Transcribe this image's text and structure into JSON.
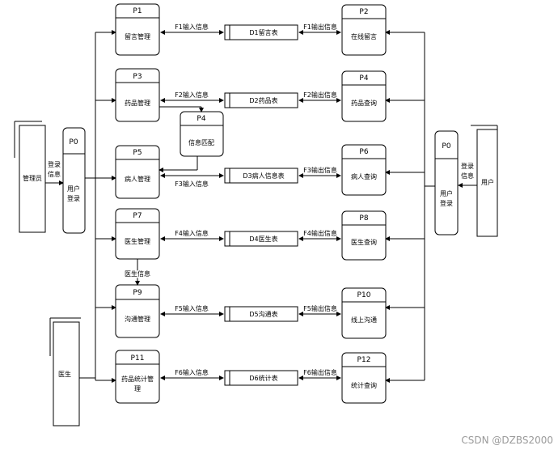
{
  "processes": [
    {
      "id": "P1",
      "name": "留言管理"
    },
    {
      "id": "P3",
      "name": "药品管理"
    },
    {
      "id": "P5",
      "name": "病人管理"
    },
    {
      "id": "P7",
      "name": "医生管理"
    },
    {
      "id": "P9",
      "name": "沟通管理"
    },
    {
      "id": "P11",
      "name": "药品统计管理"
    },
    {
      "id": "P2",
      "name": "在线留言"
    },
    {
      "id": "P4",
      "name": "药品查询"
    },
    {
      "id": "P6",
      "name": "病人查询"
    },
    {
      "id": "P8",
      "name": "医生查询"
    },
    {
      "id": "P10",
      "name": "线上沟通"
    },
    {
      "id": "P12",
      "name": "统计查询"
    },
    {
      "id": "P4",
      "name": "信息匹配"
    },
    {
      "id": "P0",
      "name": "用户登录"
    },
    {
      "id": "P0",
      "name": "用户登录"
    }
  ],
  "stores": [
    "D1留言表",
    "D2药品表",
    "D3病人信息表",
    "D4医生表",
    "D5沟通表",
    "D6统计表"
  ],
  "flows_in": [
    "F1输入信息",
    "F2输入信息",
    "F3输入信息",
    "F4输入信息",
    "F5输入信息",
    "F6输入信息"
  ],
  "flows_out": [
    "F1输出信息",
    "F2输出信息",
    "F3输出信息",
    "F4输出信息",
    "F5输出信息",
    "F6输出信息"
  ],
  "entities": {
    "admin": "管理员",
    "user": "用户",
    "doctor": "医生"
  },
  "labels": {
    "login_info": "登录信息",
    "doctor_info": "医生信息"
  },
  "watermark": "CSDN @DZBS2000"
}
